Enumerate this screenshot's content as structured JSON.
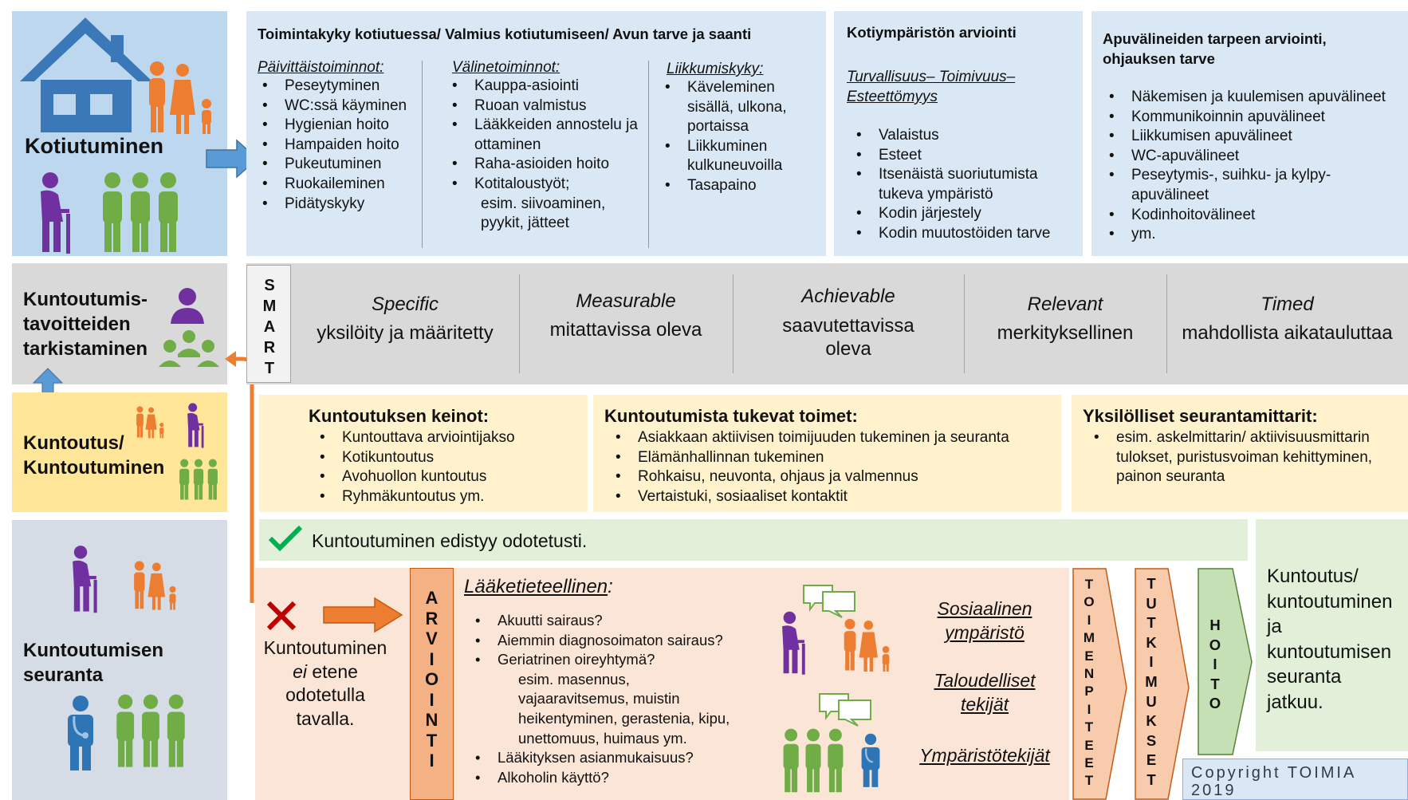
{
  "stages": {
    "kotiutuminen": "Kotiutuminen",
    "tarkistaminen": [
      "Kuntoutumis-",
      "tavoitteiden",
      "tarkistaminen"
    ],
    "kuntoutus": [
      "Kuntoutus/",
      "Kuntoutuminen"
    ],
    "seuranta": [
      "Kuntoutumisen",
      "seuranta"
    ]
  },
  "toimintakyky": {
    "title": "Toimintakyky kotiutuessa/ Valmius kotiutumiseen/ Avun tarve ja saanti",
    "col1": {
      "heading": "Päivittäistoiminnot:",
      "items": [
        "Peseytyminen",
        "WC:ssä käyminen",
        "Hygienian hoito",
        "Hampaiden hoito",
        "Pukeutuminen",
        "Ruokaileminen",
        "Pidätyskyky"
      ]
    },
    "col2": {
      "heading": "Välinetoiminnot:",
      "items": [
        "Kauppa-asiointi",
        "Ruoan valmistus",
        "Lääkkeiden annostelu ja ottaminen",
        "Raha-asioiden hoito",
        "Kotitaloustyöt;"
      ],
      "note": "esim. siivoaminen, pyykit, jätteet"
    },
    "col3": {
      "heading": "Liikkumiskyky:",
      "items": [
        "Käveleminen sisällä, ulkona, portaissa",
        "Liikkuminen kulkuneuvoilla",
        "Tasapaino"
      ]
    }
  },
  "koti": {
    "title": "Kotiympäristön arviointi",
    "subtitle": "Turvallisuus– Toimivuus– Esteettömyys",
    "items": [
      "Valaistus",
      "Esteet",
      "Itsenäistä suoriutumista tukeva ympäristö",
      "Kodin  järjestely",
      "Kodin muutostöiden tarve"
    ]
  },
  "apuvalineet": {
    "title": "Apuvälineiden tarpeen arviointi, ohjauksen tarve",
    "items": [
      "Näkemisen ja kuulemisen apuvälineet",
      "Kommunikoinnin apuvälineet",
      "Liikkumisen apuvälineet",
      "WC-apuvälineet",
      "Peseytymis-, suihku- ja kylpy-apuvälineet",
      "Kodinhoitovälineet",
      "ym."
    ]
  },
  "smart": {
    "letters": [
      "S",
      "M",
      "A",
      "R",
      "T"
    ],
    "items": [
      {
        "key": "Specific",
        "desc": "yksilöity ja määritetty"
      },
      {
        "key": "Measurable",
        "desc": "mitattavissa oleva"
      },
      {
        "key": "Achievable",
        "desc": "saavutettavissa oleva"
      },
      {
        "key": "Relevant",
        "desc": "merkityksellinen"
      },
      {
        "key": "Timed",
        "desc": "mahdollista aikatauluttaa"
      }
    ]
  },
  "keinot": {
    "title": "Kuntoutuksen keinot:",
    "items": [
      "Kuntouttava arviointijakso",
      "Kotikuntoutus",
      "Avohuollon kuntoutus",
      "Ryhmäkuntoutus ym."
    ]
  },
  "tukevat": {
    "title": "Kuntoutumista tukevat toimet:",
    "items": [
      "Asiakkaan aktiivisen toimijuuden tukeminen ja seuranta",
      "Elämänhallinnan tukeminen",
      "Rohkaisu, neuvonta, ohjaus ja valmennus",
      "Vertaistuki, sosiaaliset kontaktit"
    ]
  },
  "mittarit": {
    "title": "Yksilölliset seurantamittarit:",
    "items": [
      "esim. askelmittarin/ aktiivisuusmittarin tulokset, puristusvoiman kehittyminen, painon seuranta"
    ]
  },
  "success": "Kuntoutuminen edistyy odotetusti.",
  "failure": {
    "line1": "Kuntoutuminen",
    "line2a": "ei",
    "line2b": " etene",
    "line3": "odotetulla",
    "line4": "tavalla."
  },
  "arviointi": "ARVIOINTI",
  "laake": {
    "heading": "Lääketieteellinen",
    "heading_suffix": ":",
    "items_top": [
      "Akuutti sairaus?",
      "Aiemmin diagnosoimaton sairaus?",
      "Geriatrinen oireyhtymä?"
    ],
    "note": [
      "esim. masennus,",
      "vajaaravitsemus, muistin",
      "heikentyminen, gerastenia, kipu,",
      "unettomuus, huimaus ym."
    ],
    "items_bottom": [
      "Lääkityksen asianmukaisuus?",
      "Alkoholin käyttö?"
    ]
  },
  "factors": [
    [
      "Sosiaalinen",
      "ympäristö"
    ],
    [
      "Taloudelliset",
      "tekijät"
    ],
    [
      "Ympäristötekijät"
    ]
  ],
  "steps": [
    "TOIMENPITEET",
    "TUTKIMUKSET",
    "HOITO"
  ],
  "result": [
    "Kuntoutus/",
    "kuntoutuminen",
    "ja",
    "kuntoutumisen",
    "seuranta",
    "jatkuu."
  ],
  "copyright": [
    "Copyright TOIMIA",
    "2019"
  ],
  "colors": {
    "blue": "#bdd7ee",
    "lightblue": "#dae8f5",
    "gray": "#d9d9d9",
    "yellow": "#fff2cc",
    "green": "#e2f0d9",
    "salmon": "#fbe5d6",
    "orange": "#ed7d31",
    "purple": "#7030a0",
    "figgreen": "#70ad47",
    "figblue": "#2e75b6",
    "check": "#00b050",
    "cross": "#c00000"
  }
}
